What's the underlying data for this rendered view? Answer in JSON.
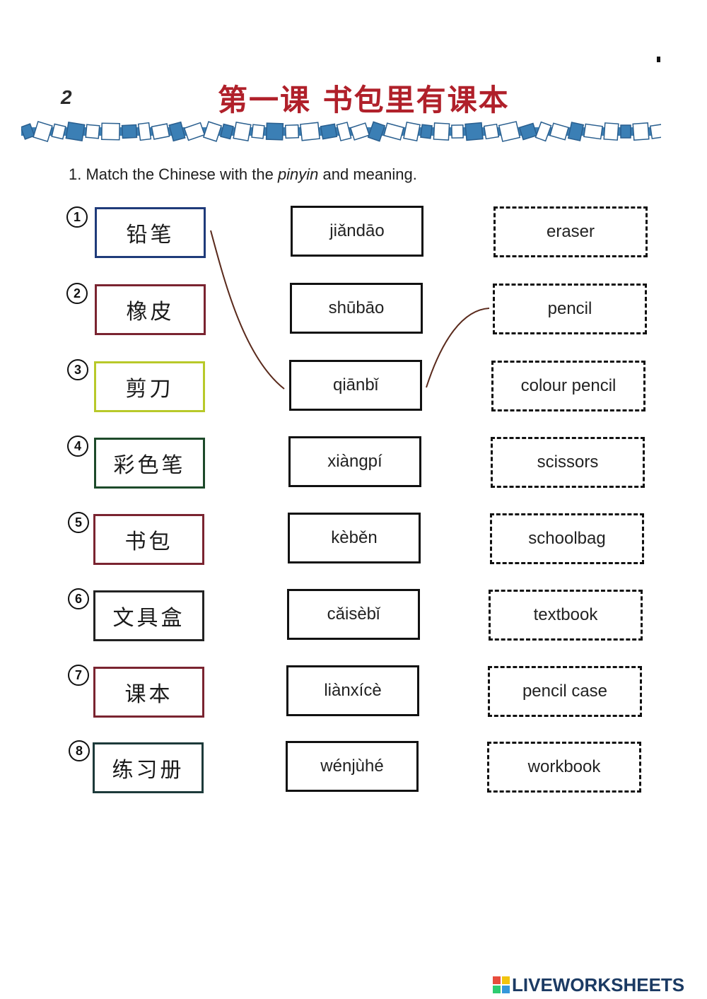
{
  "header": {
    "page_number": "2",
    "lesson_title": "第一课 书包里有课本"
  },
  "instruction": {
    "prefix": "1. Match the Chinese with the ",
    "italic": "pinyin",
    "suffix": " and meaning."
  },
  "items": [
    {
      "number": "1",
      "hanzi": "铅笔",
      "hanzi_border": "#1f3b7a",
      "pinyin": "jiǎndāo",
      "meaning": "eraser"
    },
    {
      "number": "2",
      "hanzi": "橡皮",
      "hanzi_border": "#7a2430",
      "pinyin": "shūbāo",
      "meaning": "pencil"
    },
    {
      "number": "3",
      "hanzi": "剪刀",
      "hanzi_border": "#b8c92a",
      "pinyin": "qiānbǐ",
      "meaning": "colour pencil"
    },
    {
      "number": "4",
      "hanzi": "彩色笔",
      "hanzi_border": "#1d4a2a",
      "pinyin": "xiàngpí",
      "meaning": "scissors"
    },
    {
      "number": "5",
      "hanzi": "书包",
      "hanzi_border": "#7a2430",
      "pinyin": "kèběn",
      "meaning": "schoolbag"
    },
    {
      "number": "6",
      "hanzi": "文具盒",
      "hanzi_border": "#222222",
      "pinyin": "cǎisèbǐ",
      "meaning": "textbook"
    },
    {
      "number": "7",
      "hanzi": "课本",
      "hanzi_border": "#7a2430",
      "pinyin": "liànxícè",
      "meaning": "pencil case"
    },
    {
      "number": "8",
      "hanzi": "练习册",
      "hanzi_border": "#1d3a3a",
      "pinyin": "wénjùhé",
      "meaning": "workbook"
    }
  ],
  "colors": {
    "title_red": "#b0202a",
    "border_blue": "#3b7fb5",
    "match_line": "#5a2a1c",
    "brand_navy": "#1b3a63"
  },
  "footer": {
    "brand": "LIVEWORKSHEETS",
    "icon": "liveworksheets-logo-icon"
  }
}
